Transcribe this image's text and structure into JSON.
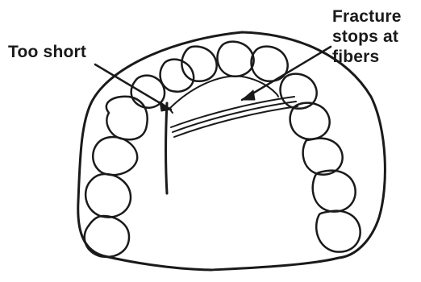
{
  "labels": {
    "too_short": "Too short",
    "fracture_lines": [
      "Fracture",
      "stops at",
      "fibers"
    ]
  },
  "colors": {
    "ink": "#1a1a1a",
    "background": "#ffffff"
  }
}
